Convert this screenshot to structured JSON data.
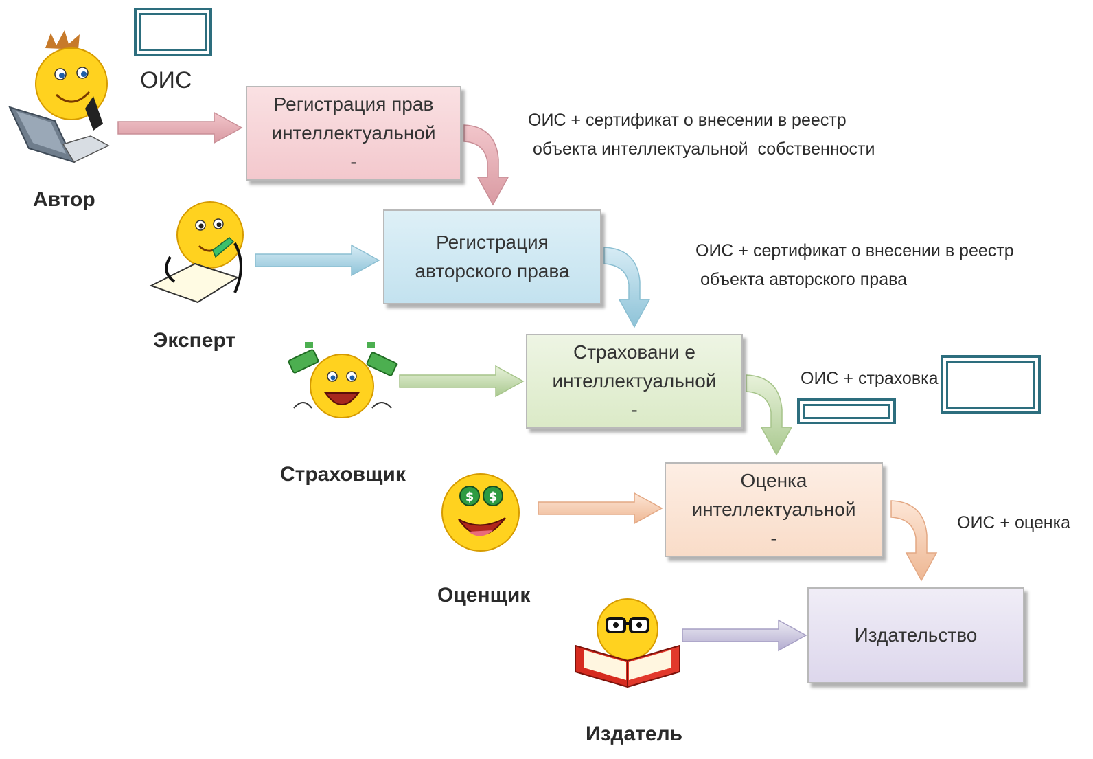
{
  "roles": {
    "author": "Автор",
    "expert": "Эксперт",
    "insurer": "Страховщик",
    "appraiser": "Оценщик",
    "publisher": "Издатель"
  },
  "process": {
    "step1": "Регистрация прав\nинтеллектуальной\n-",
    "step2": "Регистрация\nавторского права",
    "step3": "Страховани е\nинтеллектуальной\n-",
    "step4": "Оценка\nинтеллектуальной\n-",
    "step5": "Издательство"
  },
  "notes": {
    "input": "ОИС",
    "after_step1": "ОИС + сертификат о внесении в реестр\n объекта интеллектуальной  собственности",
    "after_step2": "ОИС + сертификат о внесении в реестр\n объекта авторского права",
    "after_step3": "ОИС + страховка",
    "after_step4": "ОИС + оценка"
  },
  "colors": {
    "step1": "#f6d3d6",
    "step2": "#cfe7f2",
    "step3": "#e6f0d6",
    "step4": "#fbe3d2",
    "step5": "#e6e1f1",
    "blank_frame": "#2d6e7e"
  }
}
